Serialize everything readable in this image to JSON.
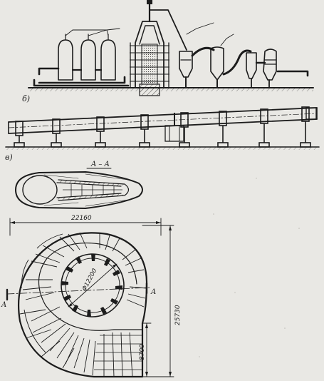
{
  "figure": {
    "panel_b_label": "б)",
    "panel_v_label": "в)",
    "section_title": "A – A",
    "section_mark_left": "A",
    "section_mark_right": "A",
    "dim_width": "22160",
    "dim_height": "25730",
    "dim_diameter": "Φ12200",
    "dim_offset": "8700"
  },
  "colors": {
    "paper": "#e9e8e4",
    "ink": "#1c1c1c"
  }
}
